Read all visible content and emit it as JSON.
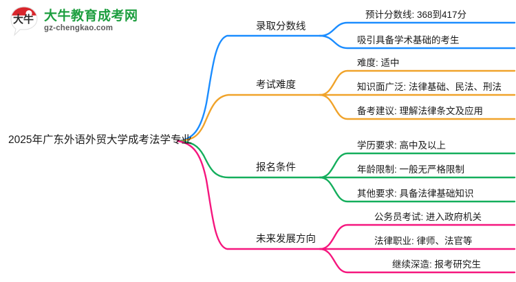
{
  "logo": {
    "name": "大牛教育成考网",
    "domain": "gz-chengkao.com",
    "mark_text": "大牛",
    "brand_green": "#1d9e3f",
    "brand_red": "#d8262c"
  },
  "mindmap": {
    "root": {
      "label": "2025年广东外语外贸大学成考法学专业"
    },
    "branches": [
      {
        "label": "录取分数线",
        "color": "#1a8cff",
        "children": [
          {
            "label": "预计分数线: 368到417分"
          },
          {
            "label": "吸引具备学术基础的考生"
          }
        ]
      },
      {
        "label": "考试难度",
        "color": "#f0a32a",
        "children": [
          {
            "label": "难度: 适中"
          },
          {
            "label": "知识面广泛: 法律基础、民法、刑法"
          },
          {
            "label": "备考建议: 理解法律条文及应用"
          }
        ]
      },
      {
        "label": "报名条件",
        "color": "#14ae5c",
        "children": [
          {
            "label": "学历要求: 高中及以上"
          },
          {
            "label": "年龄限制: 一般无严格限制"
          },
          {
            "label": "其他要求: 具备法律基础知识"
          }
        ]
      },
      {
        "label": "未来发展方向",
        "color": "#f5167e",
        "children": [
          {
            "label": "公务员考试: 进入政府机关"
          },
          {
            "label": "法律职业: 律师、法官等"
          },
          {
            "label": "继续深造: 报考研究生"
          }
        ]
      }
    ]
  }
}
